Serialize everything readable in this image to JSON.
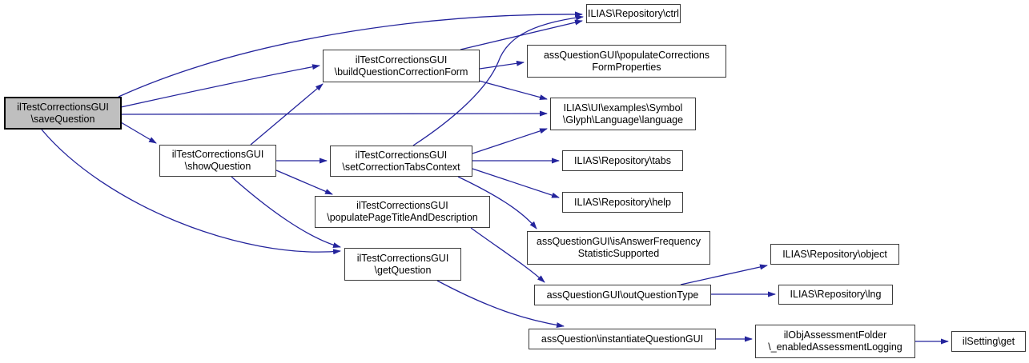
{
  "diagram": {
    "kind": "call-graph",
    "edge_color": "#24249c",
    "highlight_fill": "#bfbfbf",
    "node_fill": "#ffffff",
    "nodes": [
      {
        "id": "save-question",
        "label": "ilTestCorrectionsGUI\n\\saveQuestion",
        "highlighted": true
      },
      {
        "id": "show-question",
        "label": "ilTestCorrectionsGUI\n\\showQuestion",
        "highlighted": false
      },
      {
        "id": "build-question-correction-form",
        "label": "ilTestCorrectionsGUI\n\\buildQuestionCorrectionForm",
        "highlighted": false
      },
      {
        "id": "repository-ctrl",
        "label": "ILIAS\\Repository\\ctrl",
        "highlighted": false
      },
      {
        "id": "populate-corrections-form-properties",
        "label": "assQuestionGUI\\populateCorrections\nFormProperties",
        "highlighted": false
      },
      {
        "id": "glyph-language",
        "label": "ILIAS\\UI\\examples\\Symbol\n\\Glyph\\Language\\language",
        "highlighted": false
      },
      {
        "id": "set-correction-tabs-context",
        "label": "ilTestCorrectionsGUI\n\\setCorrectionTabsContext",
        "highlighted": false
      },
      {
        "id": "repository-tabs",
        "label": "ILIAS\\Repository\\tabs",
        "highlighted": false
      },
      {
        "id": "repository-help",
        "label": "ILIAS\\Repository\\help",
        "highlighted": false
      },
      {
        "id": "populate-page-title-and-description",
        "label": "ilTestCorrectionsGUI\n\\populatePageTitleAndDescription",
        "highlighted": false
      },
      {
        "id": "is-answer-frequency-statistic-supported",
        "label": "assQuestionGUI\\isAnswerFrequency\nStatisticSupported",
        "highlighted": false
      },
      {
        "id": "get-question",
        "label": "ilTestCorrectionsGUI\n\\getQuestion",
        "highlighted": false
      },
      {
        "id": "out-question-type",
        "label": "assQuestionGUI\\outQuestionType",
        "highlighted": false
      },
      {
        "id": "repository-object",
        "label": "ILIAS\\Repository\\object",
        "highlighted": false
      },
      {
        "id": "repository-lng",
        "label": "ILIAS\\Repository\\lng",
        "highlighted": false
      },
      {
        "id": "instantiate-question-gui",
        "label": "assQuestion\\instantiateQuestionGUI",
        "highlighted": false
      },
      {
        "id": "enabled-assessment-logging",
        "label": "ilObjAssessmentFolder\n\\_enabledAssessmentLogging",
        "highlighted": false
      },
      {
        "id": "ilsetting-get",
        "label": "ilSetting\\get",
        "highlighted": false
      }
    ],
    "edges": [
      {
        "from": "save-question",
        "to": "repository-ctrl"
      },
      {
        "from": "save-question",
        "to": "build-question-correction-form"
      },
      {
        "from": "save-question",
        "to": "glyph-language"
      },
      {
        "from": "save-question",
        "to": "show-question"
      },
      {
        "from": "save-question",
        "to": "get-question"
      },
      {
        "from": "show-question",
        "to": "build-question-correction-form"
      },
      {
        "from": "show-question",
        "to": "set-correction-tabs-context"
      },
      {
        "from": "show-question",
        "to": "populate-page-title-and-description"
      },
      {
        "from": "show-question",
        "to": "get-question"
      },
      {
        "from": "build-question-correction-form",
        "to": "repository-ctrl"
      },
      {
        "from": "build-question-correction-form",
        "to": "populate-corrections-form-properties"
      },
      {
        "from": "build-question-correction-form",
        "to": "glyph-language"
      },
      {
        "from": "set-correction-tabs-context",
        "to": "repository-ctrl"
      },
      {
        "from": "set-correction-tabs-context",
        "to": "glyph-language"
      },
      {
        "from": "set-correction-tabs-context",
        "to": "repository-tabs"
      },
      {
        "from": "set-correction-tabs-context",
        "to": "repository-help"
      },
      {
        "from": "set-correction-tabs-context",
        "to": "is-answer-frequency-statistic-supported"
      },
      {
        "from": "populate-page-title-and-description",
        "to": "out-question-type"
      },
      {
        "from": "get-question",
        "to": "instantiate-question-gui"
      },
      {
        "from": "out-question-type",
        "to": "repository-object"
      },
      {
        "from": "out-question-type",
        "to": "repository-lng"
      },
      {
        "from": "instantiate-question-gui",
        "to": "enabled-assessment-logging"
      },
      {
        "from": "enabled-assessment-logging",
        "to": "ilsetting-get"
      }
    ]
  }
}
